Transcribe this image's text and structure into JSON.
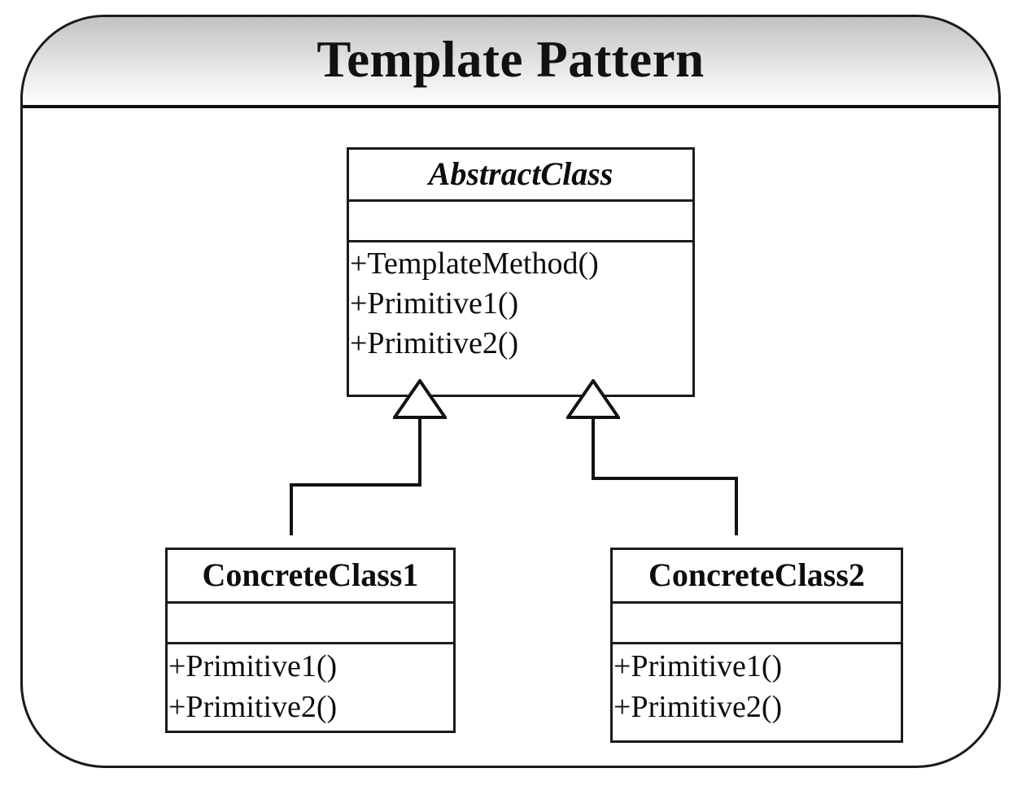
{
  "diagram": {
    "title": "Template Pattern",
    "type": "uml-class-diagram",
    "classes": [
      {
        "id": "abstract-class",
        "name": "AbstractClass",
        "stereotype": "abstract",
        "name_style": "bold-italic",
        "attributes": [],
        "operations": [
          "+TemplateMethod()",
          "+Primitive1()",
          "+Primitive2()"
        ]
      },
      {
        "id": "concrete-class-1",
        "name": "ConcreteClass1",
        "stereotype": "concrete",
        "name_style": "bold",
        "attributes": [],
        "operations": [
          "+Primitive1()",
          "+Primitive2()"
        ]
      },
      {
        "id": "concrete-class-2",
        "name": "ConcreteClass2",
        "stereotype": "concrete",
        "name_style": "bold",
        "attributes": [],
        "operations": [
          "+Primitive1()",
          "+Primitive2()"
        ]
      }
    ],
    "relationships": [
      {
        "type": "generalization",
        "from": "ConcreteClass1",
        "to": "AbstractClass"
      },
      {
        "type": "generalization",
        "from": "ConcreteClass2",
        "to": "AbstractClass"
      }
    ],
    "colors": {
      "line": "#1b1b1b",
      "text": "#0d0d0d",
      "background": "#ffffff",
      "header_gradient_start": "#c2c2c2",
      "header_gradient_end": "#fdfdfd"
    }
  }
}
